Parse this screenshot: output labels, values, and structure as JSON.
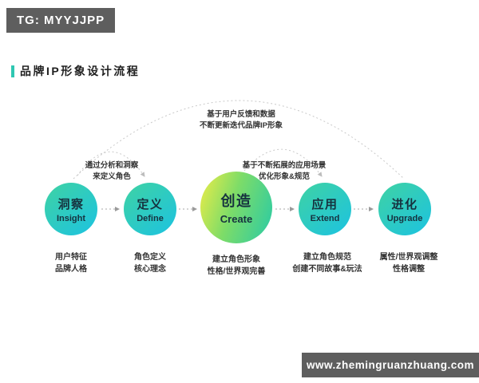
{
  "badge": {
    "text": "TG: MYYJJPP"
  },
  "title": {
    "text": "品牌IP形象设计流程"
  },
  "annotations": {
    "feedback_loop": {
      "line1": "基于用户反馈和数据",
      "line2": "不断更新迭代品牌IP形象"
    },
    "insight_to_define": {
      "line1": "通过分析和洞察",
      "line2": "来定义角色"
    },
    "create_to_extend": {
      "line1": "基于不断拓展的应用场景",
      "line2": "优化形象&规范"
    }
  },
  "stages": [
    {
      "zh": "洞察",
      "en": "Insight",
      "note_line1": "用户特征",
      "note_line2": "品牌人格"
    },
    {
      "zh": "定义",
      "en": "Define",
      "note_line1": "角色定义",
      "note_line2": "核心理念"
    },
    {
      "zh": "创造",
      "en": "Create",
      "note_line1": "建立角色形象",
      "note_line2": "性格/世界观完善"
    },
    {
      "zh": "应用",
      "en": "Extend",
      "note_line1": "建立角色规范",
      "note_line2": "创建不同故事&玩法"
    },
    {
      "zh": "进化",
      "en": "Upgrade",
      "note_line1": "属性/世界观调整",
      "note_line2": "性格调整"
    }
  ],
  "watermark": {
    "text": "www.zhemingruanzhuang.com"
  },
  "colors": {
    "accent_teal": "#2fc7b2",
    "stage_circle_gradient_start": "#3cd1a8",
    "stage_circle_gradient_end": "#1fc4dc",
    "create_circle_gradient_start": "#e9ec48",
    "create_circle_gradient_end": "#2bcba4",
    "badge_bg": "#5e5e5e",
    "circle_text": "#16323f",
    "dashed_line": "#c9c9c9"
  }
}
